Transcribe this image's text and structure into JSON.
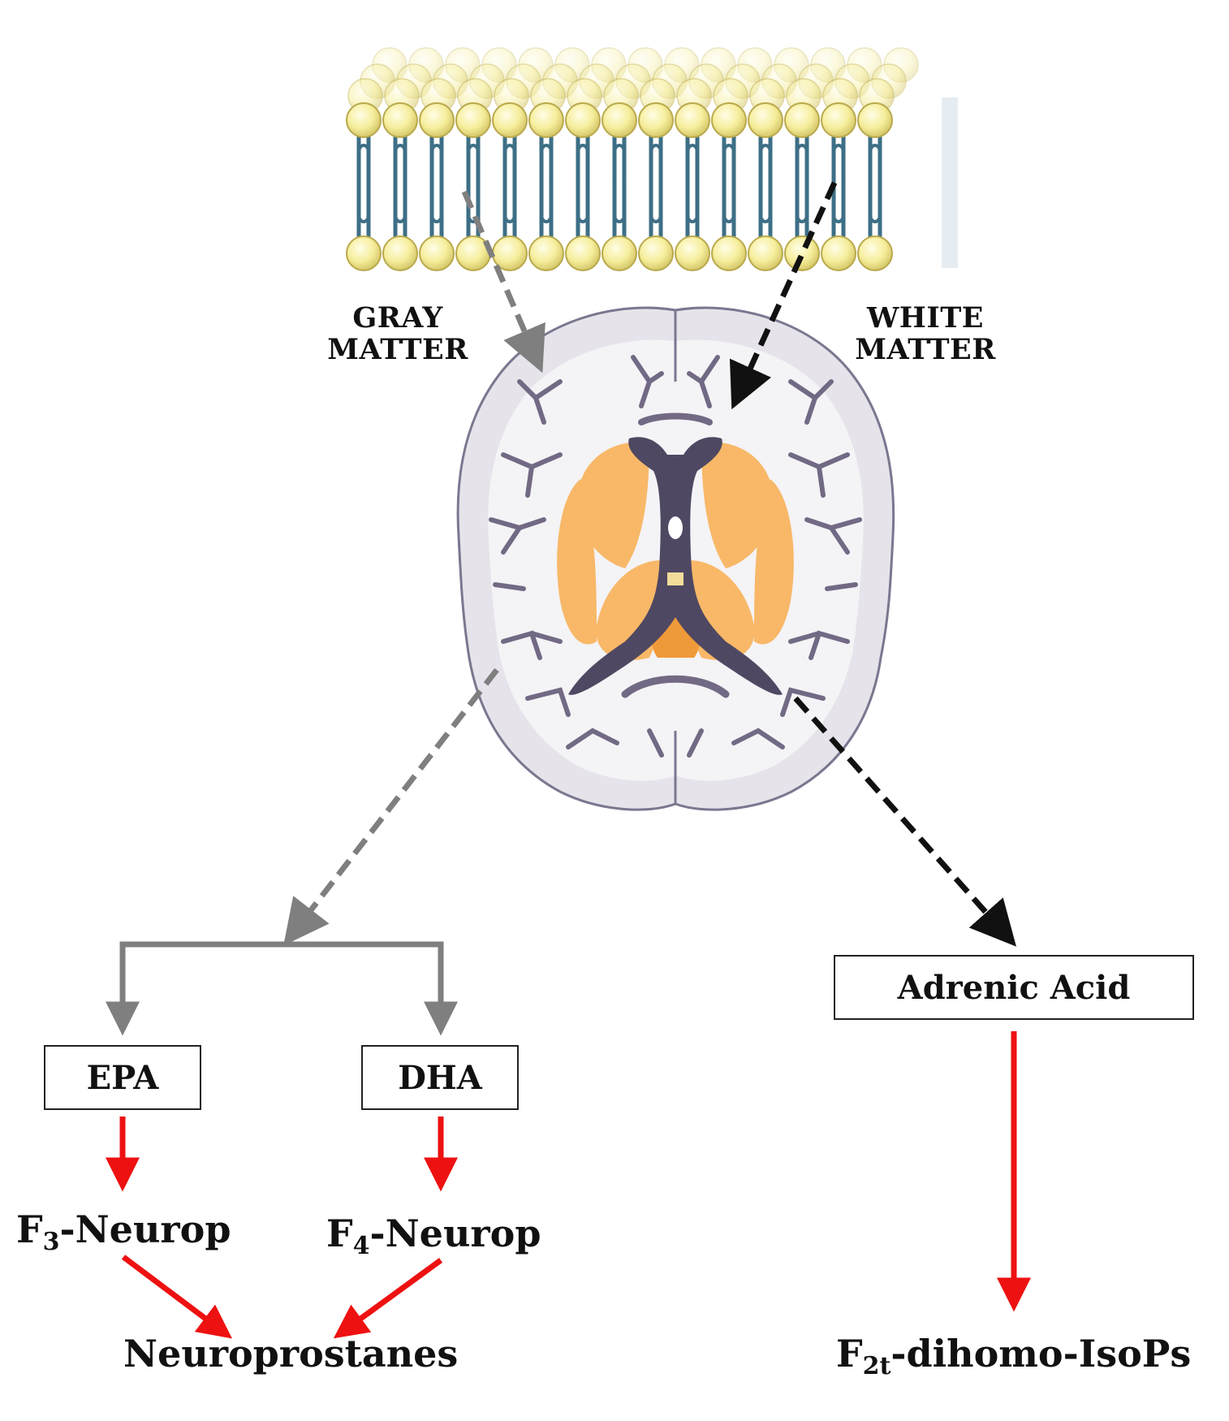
{
  "labels": {
    "gray_matter": [
      "GRAY",
      "MATTER"
    ],
    "white_matter": [
      "WHITE",
      "MATTER"
    ]
  },
  "boxes": {
    "epa": "EPA",
    "dha": "DHA",
    "adrenic": "Adrenic Acid"
  },
  "products": {
    "f3": {
      "prefix": "F",
      "sub": "3",
      "suffix": "-Neurop"
    },
    "f4": {
      "prefix": "F",
      "sub": "4",
      "suffix": "-Neurop"
    },
    "neuroprostanes": "Neuroprostanes",
    "f2t": {
      "prefix": "F",
      "sub": "2t",
      "suffix": "-dihomo-IsoPs"
    }
  },
  "colors": {
    "gray_arrow": "#7f7f7f",
    "black_arrow": "#111111",
    "red_arrow": "#ee1111",
    "membrane_head": "#f7f0a0",
    "membrane_tail": "#3d6f86",
    "brain_fill": "#eceaef",
    "brain_sulci": "#726a84",
    "ventricle": "#4f4862",
    "nuclei": "#f8b868",
    "nuclei_dark": "#ef9a3a"
  }
}
